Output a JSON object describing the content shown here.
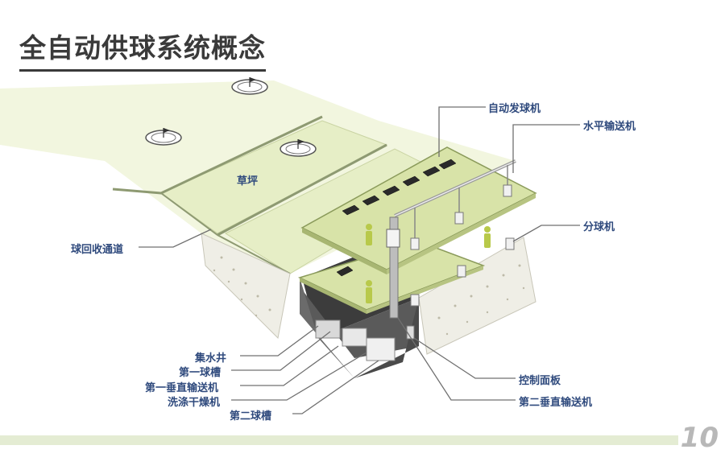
{
  "title": "全自动供球系统概念",
  "labels": {
    "auto_dispenser": "自动发球机",
    "horizontal_conveyor": "水平输送机",
    "distributor": "分球机",
    "lawn": "草坪",
    "return_channel": "球回收通道",
    "sump": "集水井",
    "first_trough": "第一球槽",
    "first_vertical_conveyor": "第一垂直输送机",
    "wash_dryer": "洗涤干燥机",
    "second_trough": "第二球槽",
    "control_panel": "控制面板",
    "second_vertical_conveyor": "第二垂直输送机"
  },
  "page_number": "10",
  "colors": {
    "label_text": "#2f4a7d",
    "platform_green": "#d8e3a8",
    "platform_edge": "#8a9a5a",
    "person_green": "#b8c94a",
    "lawn_fill": "#eef3d8",
    "soil": "#efeee6",
    "footer_bar": "#e4ecd3",
    "page_number": "#b8b8b8"
  }
}
